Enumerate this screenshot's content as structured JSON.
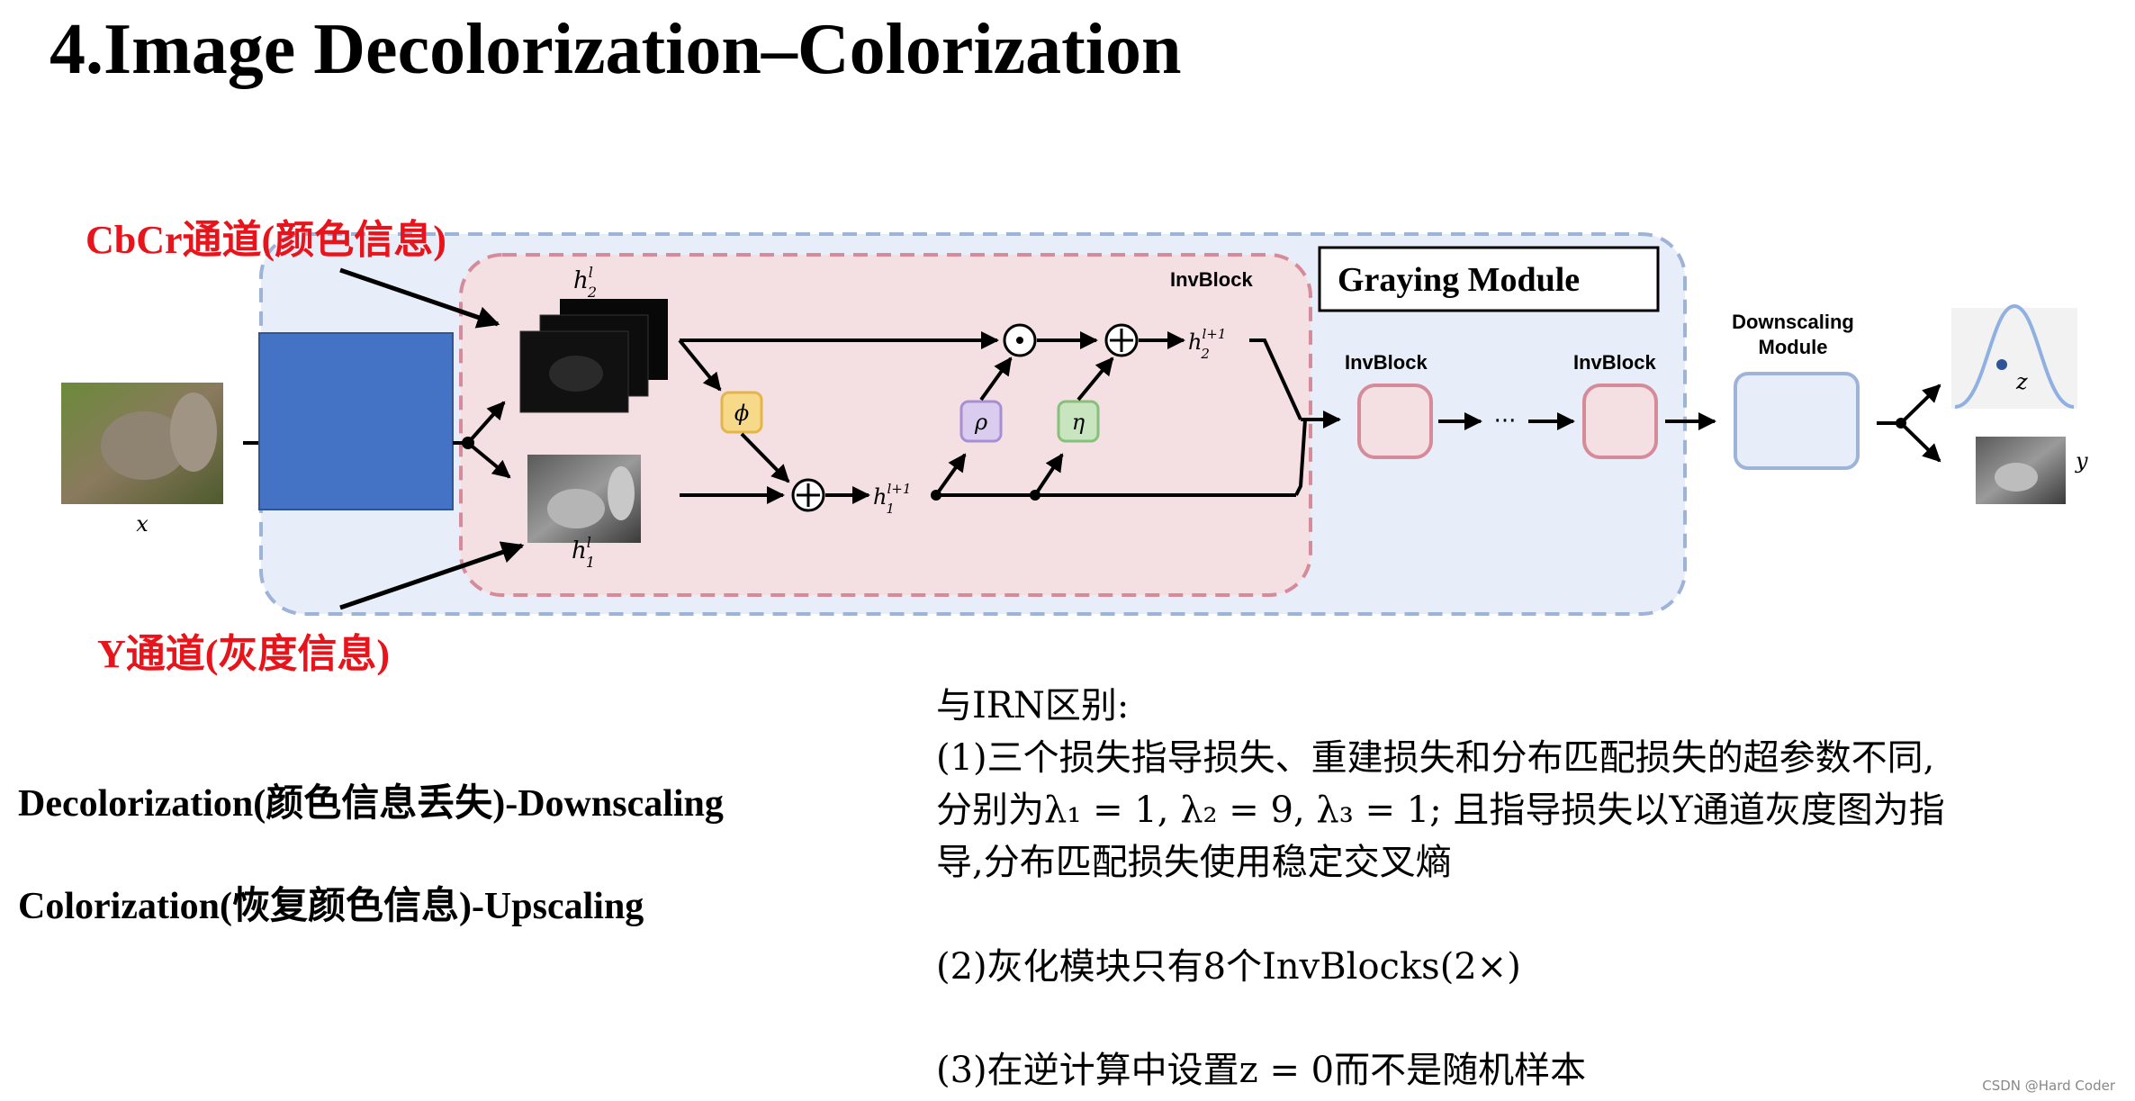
{
  "title": "4.Image Decolorization–Colorization",
  "labels": {
    "cbcr": "CbCr通道(颜色信息)",
    "y": "Y通道(灰度信息)"
  },
  "diagram": {
    "invblock": "InvBlock",
    "graying_module": "Graying Module",
    "invblock_1": "InvBlock",
    "invblock_2": "InvBlock",
    "ellipsis": "···",
    "downscaling_line1": "Downscaling",
    "downscaling_line2": "Module",
    "x_label": "x",
    "y_label": "y",
    "z_label": "z",
    "h2_label": "h",
    "h1_label": "h",
    "phi": "ϕ",
    "rho": "ρ",
    "eta": "η"
  },
  "notes": {
    "decolorization": "Decolorization(颜色信息丢失)-Downscaling",
    "colorization": "Colorization(恢复颜色信息)-Upscaling"
  },
  "differences": {
    "heading": "与IRN区别:",
    "item1_line1": "(1)三个损失指导损失、重建损失和分布匹配损失的超参数不同,",
    "item1_line2": "分别为λ₁ = 1, λ₂ = 9, λ₃ = 1; 且指导损失以Y通道灰度图为指",
    "item1_line3": "导,分布匹配损失使用稳定交叉熵",
    "item2": "(2)灰化模块只有8个InvBlocks(2×)",
    "item3": "(3)在逆计算中设置z = 0而不是随机样本"
  },
  "watermark": "CSDN @Hard Coder",
  "colors": {
    "red_label": "#e8141b",
    "outer_bg": "#e8eef9",
    "invblock_bg": "#f4dfe3",
    "blue_block": "#4472c4",
    "phi_box": "#f7d98a",
    "rho_box": "#d9ccef",
    "eta_box": "#c9e5c0"
  }
}
